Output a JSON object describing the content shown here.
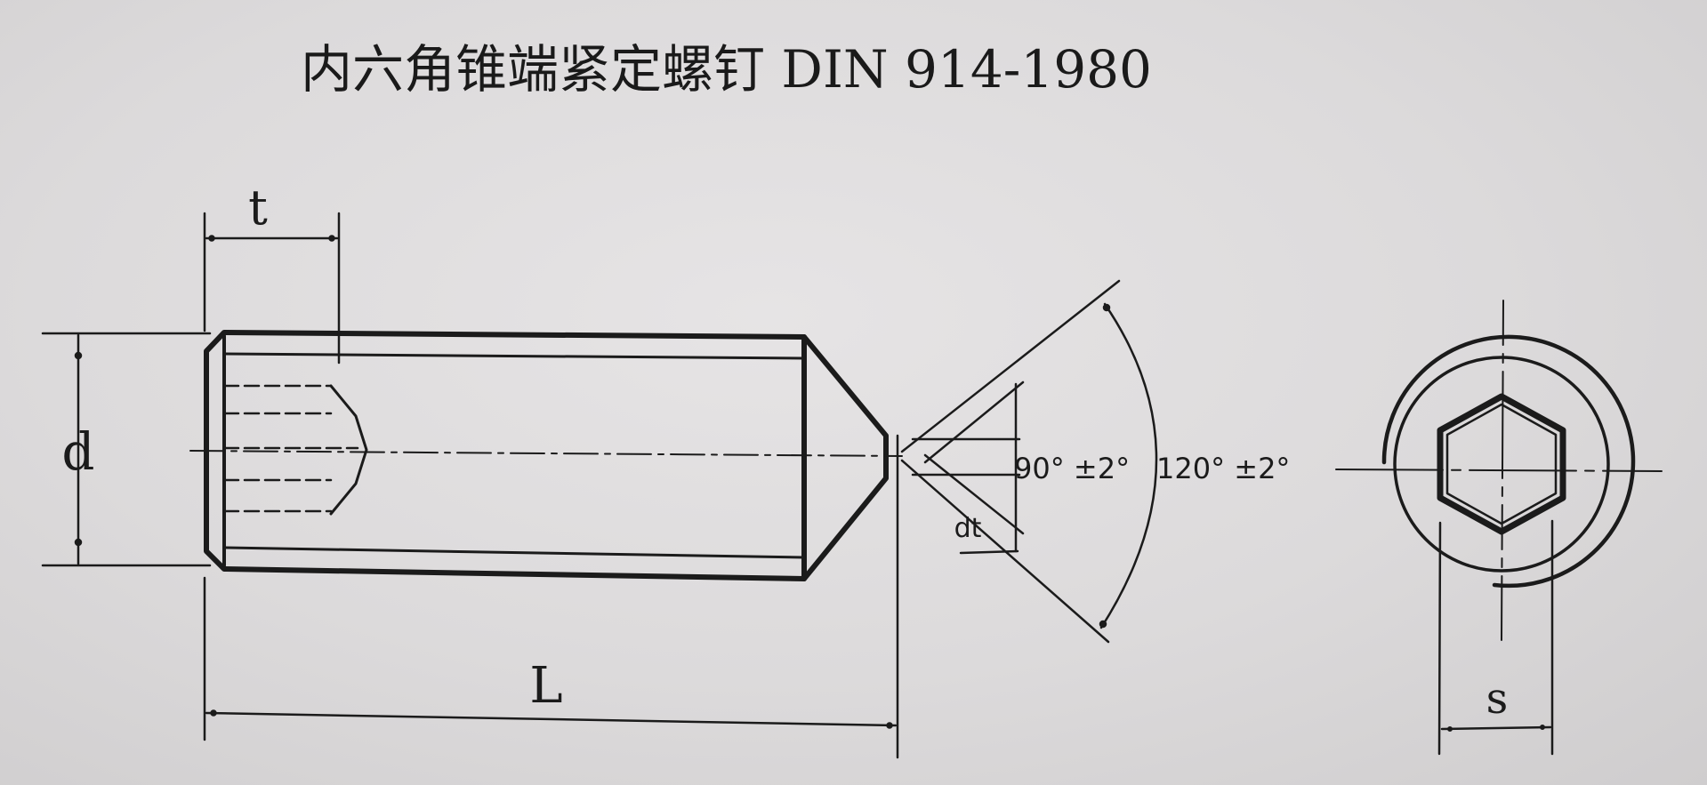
{
  "title": "内六角锥端紧定螺钉 DIN 914-1980",
  "labels": {
    "t": "t",
    "d": "d",
    "L": "L",
    "dt": "dt",
    "s": "s",
    "angle_90": "90° ±2°",
    "angle_120": "120° ±2°"
  },
  "colors": {
    "ink": "#1b1b1b",
    "paper": "#dcdadb"
  }
}
